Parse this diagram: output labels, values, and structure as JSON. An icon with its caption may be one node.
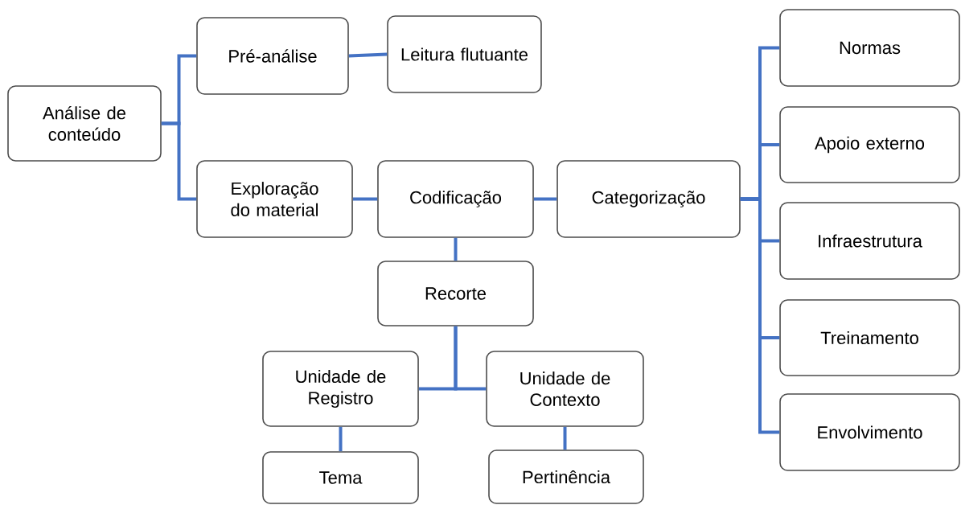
{
  "diagram": {
    "nodes": [
      {
        "text": [
          "Análise de conteúdo"
        ]
      },
      {
        "text": [
          "Pré-análise"
        ]
      },
      {
        "text": [
          "Leitura flutuante"
        ]
      },
      {
        "text": [
          "Exploração do material"
        ]
      },
      {
        "text": [
          "Codificação"
        ]
      },
      {
        "text": [
          "Categorização"
        ]
      },
      {
        "text": [
          "Recorte"
        ]
      },
      {
        "text": [
          "Unidade de Registro"
        ]
      },
      {
        "text": [
          "Unidade de Contexto"
        ]
      },
      {
        "text": [
          "Tema"
        ]
      },
      {
        "text": [
          "Pertinência"
        ]
      },
      {
        "text": [
          "Normas"
        ]
      },
      {
        "text": [
          "Apoio externo"
        ]
      },
      {
        "text": [
          "Infraestrutura"
        ]
      },
      {
        "text": [
          "Treinamento"
        ]
      },
      {
        "text": [
          "Envolvimento"
        ]
      }
    ],
    "edges": [
      {
        "from": 0,
        "to": 1,
        "arrow": "none"
      },
      {
        "from": 0,
        "to": 3,
        "arrow": "none"
      },
      {
        "from": 1,
        "to": 2,
        "arrow": "none"
      },
      {
        "from": 3,
        "to": 4,
        "arrow": "none"
      },
      {
        "from": 4,
        "to": 5,
        "arrow": "none"
      },
      {
        "from": 4,
        "to": 6,
        "arrow": "none"
      },
      {
        "from": 6,
        "to": 7,
        "arrow": "none"
      },
      {
        "from": 6,
        "to": 8,
        "arrow": "none"
      },
      {
        "from": 7,
        "to": 9,
        "arrow": "none"
      },
      {
        "from": 8,
        "to": 10,
        "arrow": "none"
      },
      {
        "from": 5,
        "to": 11,
        "arrow": "none"
      },
      {
        "from": 5,
        "to": 12,
        "arrow": "none"
      },
      {
        "from": 5,
        "to": 13,
        "arrow": "none"
      },
      {
        "from": 5,
        "to": 14,
        "arrow": "none"
      },
      {
        "from": 5,
        "to": 15,
        "arrow": "none"
      }
    ]
  }
}
